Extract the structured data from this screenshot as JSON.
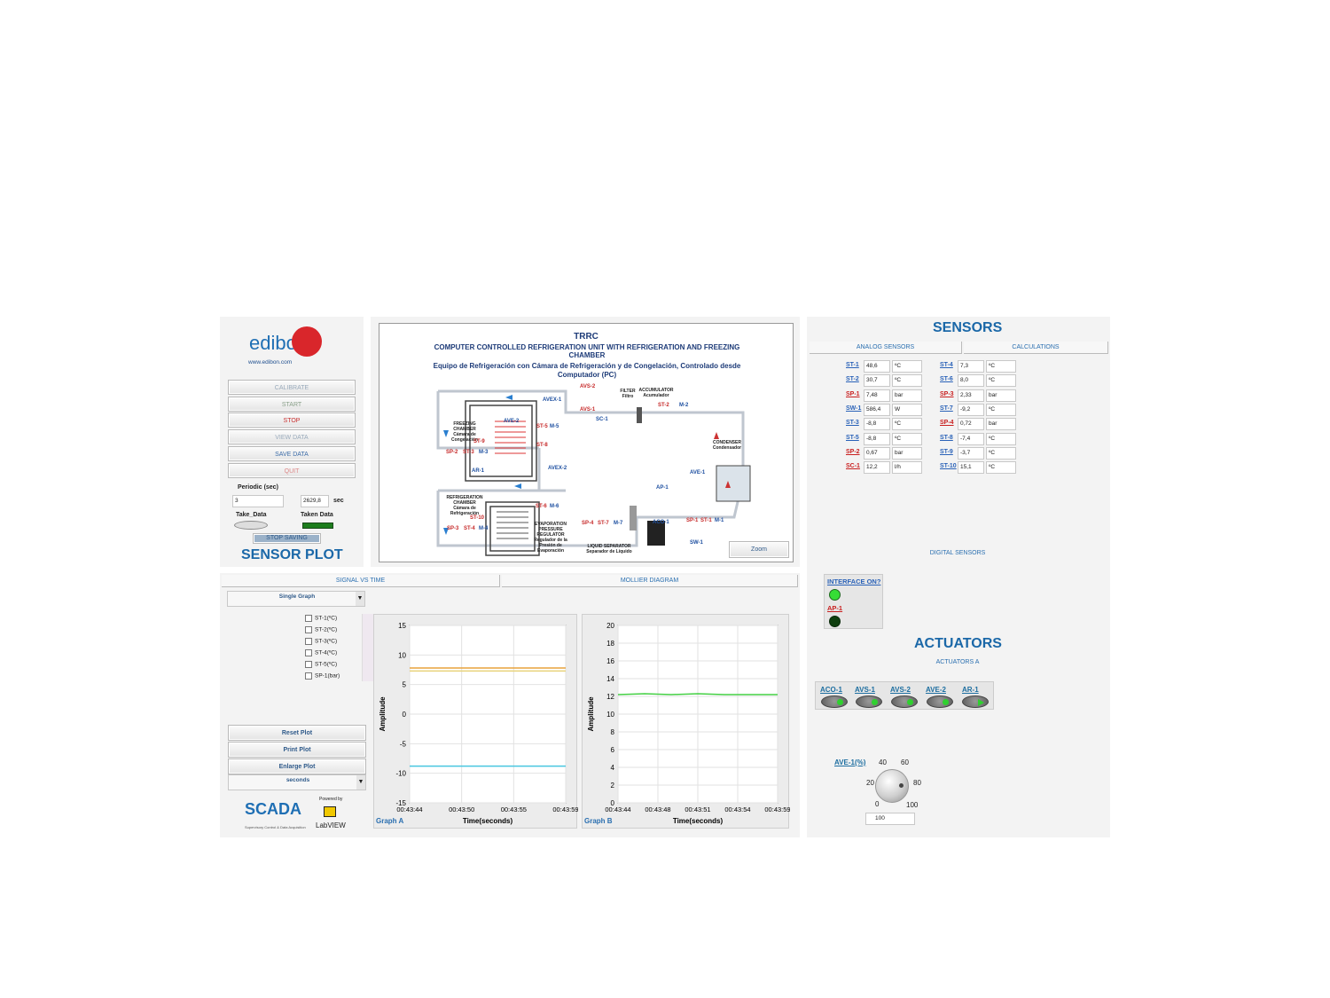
{
  "brand": {
    "name": "edibon",
    "url": "www.edibon.com"
  },
  "controls": {
    "buttons": [
      "CALIBRATE",
      "START",
      "STOP",
      "VIEW DATA",
      "SAVE DATA",
      "QUIT"
    ],
    "periodic_label": "Periodic (sec)",
    "periodic_value": "3",
    "elapsed_value": "2629,8",
    "elapsed_unit": "sec",
    "take_data": "Take_Data",
    "taken_data": "Taken Data",
    "stop_saving": "STOP SAVING"
  },
  "sensor_plot_title": "SENSOR PLOT",
  "diagram": {
    "code": "TRRC",
    "title_en": "COMPUTER CONTROLLED REFRIGERATION UNIT WITH REFRIGERATION AND FREEZING CHAMBER",
    "title_es": "Equipo de Refrigeración con Cámara de Refrigeración y de Congelación, Controlado desde Computador (PC)",
    "zoom_label": "Zoom",
    "freezing_chamber": "FREEZING CHAMBER Cámara de Congelación",
    "refrigeration_chamber": "REFRIGERATION CHAMBER Cámara de Refrigeración",
    "filter": "FILTER Filtro",
    "accumulator": "ACCUMULATOR Acumulador",
    "condenser": "CONDENSER Condensador",
    "evap_regulator": "EVAPORATION PRESSURE REGULATOR Regulador de la Presión de Evaporación",
    "liquid_separator": "LIQUID SEPARATOR Separador de Líquido",
    "tags": [
      "AVS-2",
      "AVS-1",
      "AVEX-1",
      "SC-1",
      "ST-2",
      "M-2",
      "AVE-2",
      "ST-5",
      "M-5",
      "ST-8",
      "ST-9",
      "SP-2",
      "ST-3",
      "M-3",
      "AR-1",
      "AVEX-2",
      "ST-6",
      "M-6",
      "ST-10",
      "SP-3",
      "ST-4",
      "M-4",
      "SP-4",
      "ST-7",
      "M-7",
      "AP-1",
      "ACO-1",
      "SP-1",
      "ST-1",
      "M-1",
      "SW-1",
      "AVE-1"
    ]
  },
  "sensors": {
    "title": "SENSORS",
    "tab_analog": "ANALOG SENSORS",
    "tab_calc": "CALCULATIONS",
    "left": [
      {
        "name": "ST-1",
        "value": "48,6",
        "unit": "ºC"
      },
      {
        "name": "ST-2",
        "value": "30,7",
        "unit": "ºC"
      },
      {
        "name": "SP-1",
        "value": "7,48",
        "unit": "bar"
      },
      {
        "name": "SW-1",
        "value": "586,4",
        "unit": "W"
      },
      {
        "name": "ST-3",
        "value": "-8,8",
        "unit": "ºC"
      },
      {
        "name": "ST-5",
        "value": "-8,8",
        "unit": "ºC"
      },
      {
        "name": "SP-2",
        "value": "0,67",
        "unit": "bar"
      },
      {
        "name": "SC-1",
        "value": "12,2",
        "unit": "l/h"
      }
    ],
    "right": [
      {
        "name": "ST-4",
        "value": "7,3",
        "unit": "ºC"
      },
      {
        "name": "ST-6",
        "value": "8,0",
        "unit": "ºC"
      },
      {
        "name": "SP-3",
        "value": "2,33",
        "unit": "bar"
      },
      {
        "name": "ST-7",
        "value": "-9,2",
        "unit": "ºC"
      },
      {
        "name": "SP-4",
        "value": "0,72",
        "unit": "bar"
      },
      {
        "name": "ST-8",
        "value": "-7,4",
        "unit": "ºC"
      },
      {
        "name": "ST-9",
        "value": "-3,7",
        "unit": "ºC"
      },
      {
        "name": "ST-10",
        "value": "15,1",
        "unit": "ºC"
      }
    ],
    "digital_label": "DIGITAL SENSORS",
    "interface_on": "INTERFACE ON?",
    "ap1": "AP-1"
  },
  "actuators": {
    "title": "ACTUATORS",
    "tab": "ACTUATORS A",
    "items": [
      "ACO-1",
      "AVS-1",
      "AVS-2",
      "AVE-2",
      "AR-1"
    ],
    "ave1_label": "AVE-1(%)",
    "dial_ticks": [
      "40",
      "60",
      "20",
      "80",
      "0",
      "100"
    ],
    "dial_value": "100"
  },
  "plot_panel": {
    "tab_signal": "SIGNAL VS TIME",
    "tab_mollier": "MOLLIER DIAGRAM",
    "graph_mode": "Single Graph",
    "channels": [
      "ST-1(ºC)",
      "ST-2(ºC)",
      "ST-3(ºC)",
      "ST-4(ºC)",
      "ST-5(ºC)",
      "SP-1(bar)"
    ],
    "buttons": [
      "Reset Plot",
      "Print Plot",
      "Enlarge Plot"
    ],
    "time_unit": "seconds",
    "scada": "SCADA",
    "scada_sub": "Supervisory Control & Data Acquisition",
    "powered_by": "Powered by",
    "labview": "LabVIEW"
  },
  "chart_data": [
    {
      "type": "line",
      "title": "Graph A",
      "xlabel": "Time(seconds)",
      "ylabel": "Amplitude",
      "ylim": [
        -15,
        15
      ],
      "yticks": [
        "15",
        "10",
        "5",
        "0",
        "-5",
        "-10",
        "-15"
      ],
      "xticks": [
        "00:43:44",
        "00:43:50",
        "00:43:55",
        "00:43:59"
      ],
      "series": [
        {
          "color": "#e9a23b",
          "values": [
            7.8,
            7.8,
            7.8,
            7.8
          ]
        },
        {
          "color": "#e8d37a",
          "values": [
            7.3,
            7.3,
            7.3,
            7.3
          ]
        },
        {
          "color": "#49c7e0",
          "values": [
            -8.8,
            -8.8,
            -8.8,
            -8.8
          ]
        }
      ]
    },
    {
      "type": "line",
      "title": "Graph B",
      "xlabel": "Time(seconds)",
      "ylabel": "Amplitude",
      "ylim": [
        0,
        20
      ],
      "yticks": [
        "20",
        "18",
        "16",
        "14",
        "12",
        "10",
        "8",
        "6",
        "4",
        "2",
        "0"
      ],
      "xticks": [
        "00:43:44",
        "00:43:48",
        "00:43:51",
        "00:43:54",
        "00:43:59"
      ],
      "series": [
        {
          "color": "#45d045",
          "values": [
            12.2,
            12.3,
            12.2,
            12.3,
            12.2,
            12.2,
            12.2
          ]
        }
      ]
    }
  ]
}
